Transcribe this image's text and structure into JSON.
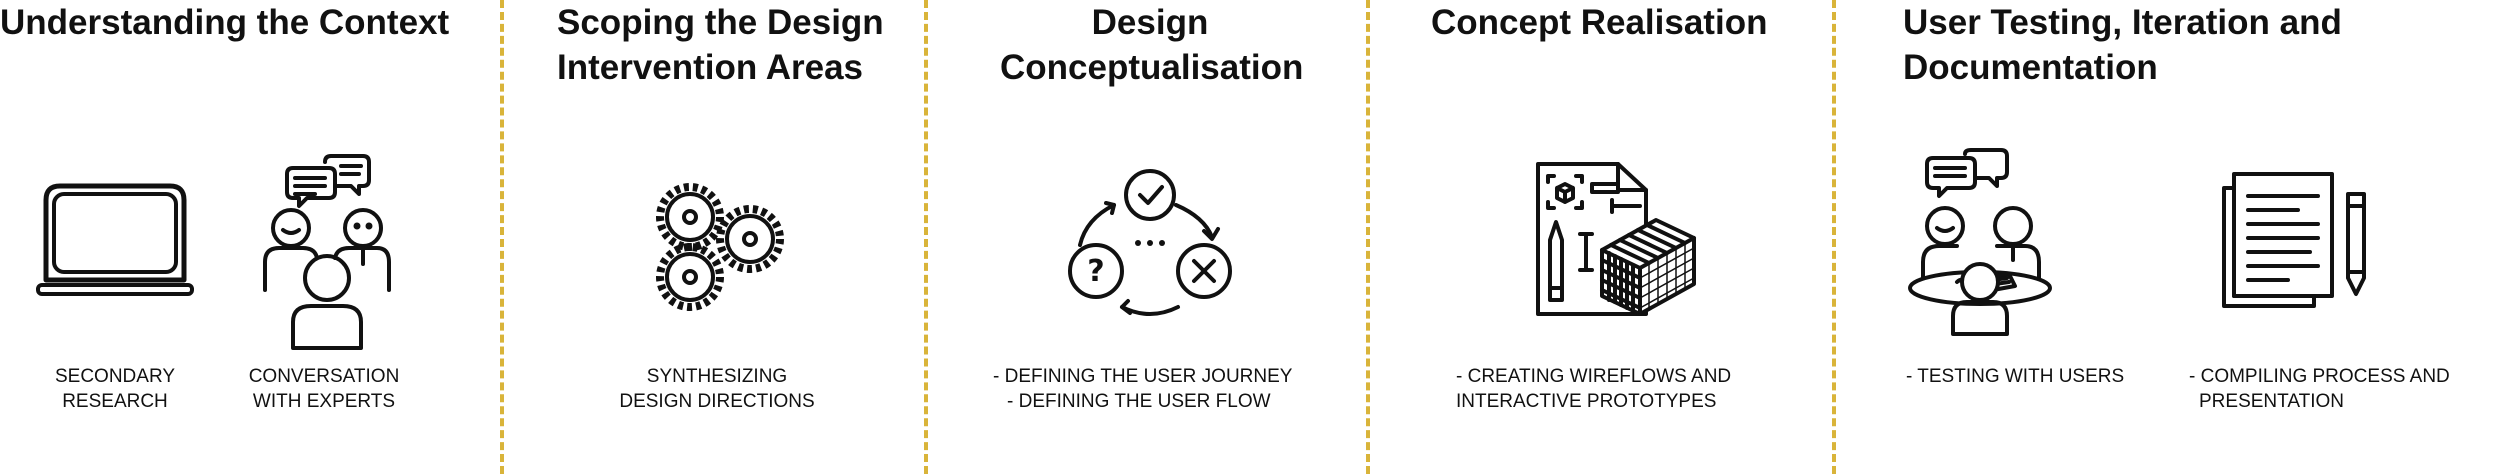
{
  "accent_color": "#d9b43a",
  "stages": [
    {
      "title_lines": [
        "Understanding the Context"
      ],
      "items": [
        {
          "icon": "laptop-icon",
          "lines": [
            "SECONDARY",
            "RESEARCH"
          ]
        },
        {
          "icon": "expert-conversation-icon",
          "lines": [
            "CONVERSATION",
            "WITH EXPERTS"
          ]
        }
      ]
    },
    {
      "title_lines": [
        "Scoping the Design",
        "Intervention Areas"
      ],
      "items": [
        {
          "icon": "gears-icon",
          "lines": [
            "SYNTHESIZING",
            "DESIGN DIRECTIONS"
          ]
        }
      ]
    },
    {
      "title_lines": [
        "Design",
        "Conceptualisation"
      ],
      "items": [
        {
          "icon": "decision-cycle-icon",
          "lines": [
            "- DEFINING THE USER JOURNEY",
            "- DEFINING THE USER FLOW"
          ]
        }
      ]
    },
    {
      "title_lines": [
        "Concept Realisation"
      ],
      "items": [
        {
          "icon": "prototype-blueprint-icon",
          "lines": [
            "- CREATING WIREFLOWS AND",
            "INTERACTIVE PROTOTYPES"
          ]
        }
      ]
    },
    {
      "title_lines": [
        "User Testing, Iteration and",
        "Documentation"
      ],
      "items": [
        {
          "icon": "user-testing-icon",
          "lines": [
            "- TESTING WITH USERS"
          ]
        },
        {
          "icon": "documentation-icon",
          "lines": [
            "- COMPILING PROCESS AND",
            "PRESENTATION"
          ]
        }
      ]
    }
  ]
}
